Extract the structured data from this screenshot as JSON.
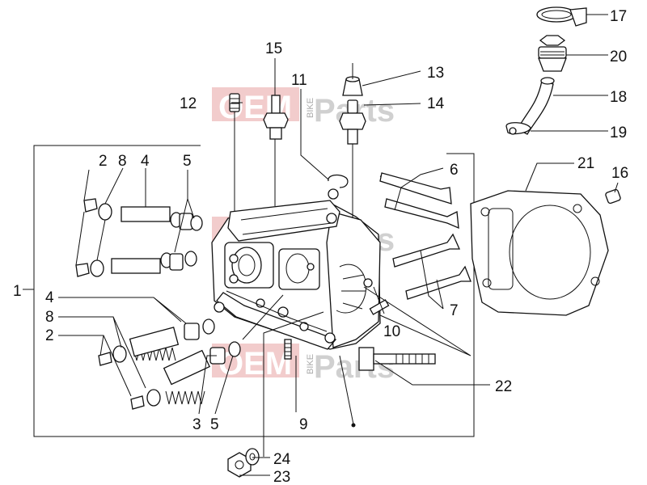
{
  "watermark": {
    "brand_left": "OEM",
    "brand_mid": "BIKE",
    "brand_right": "Parts"
  },
  "labels": {
    "l1": "1",
    "l2a": "2",
    "l2b": "2",
    "l3": "3",
    "l4a": "4",
    "l4b": "4",
    "l5a": "5",
    "l5b": "5",
    "l6": "6",
    "l7": "7",
    "l8a": "8",
    "l8b": "8",
    "l9": "9",
    "l10": "10",
    "l11": "11",
    "l12": "12",
    "l13": "13",
    "l14": "14",
    "l15": "15",
    "l16": "16",
    "l17": "17",
    "l18": "18",
    "l19": "19",
    "l20": "20",
    "l21": "21",
    "l22": "22",
    "l23": "23",
    "l24": "24"
  }
}
